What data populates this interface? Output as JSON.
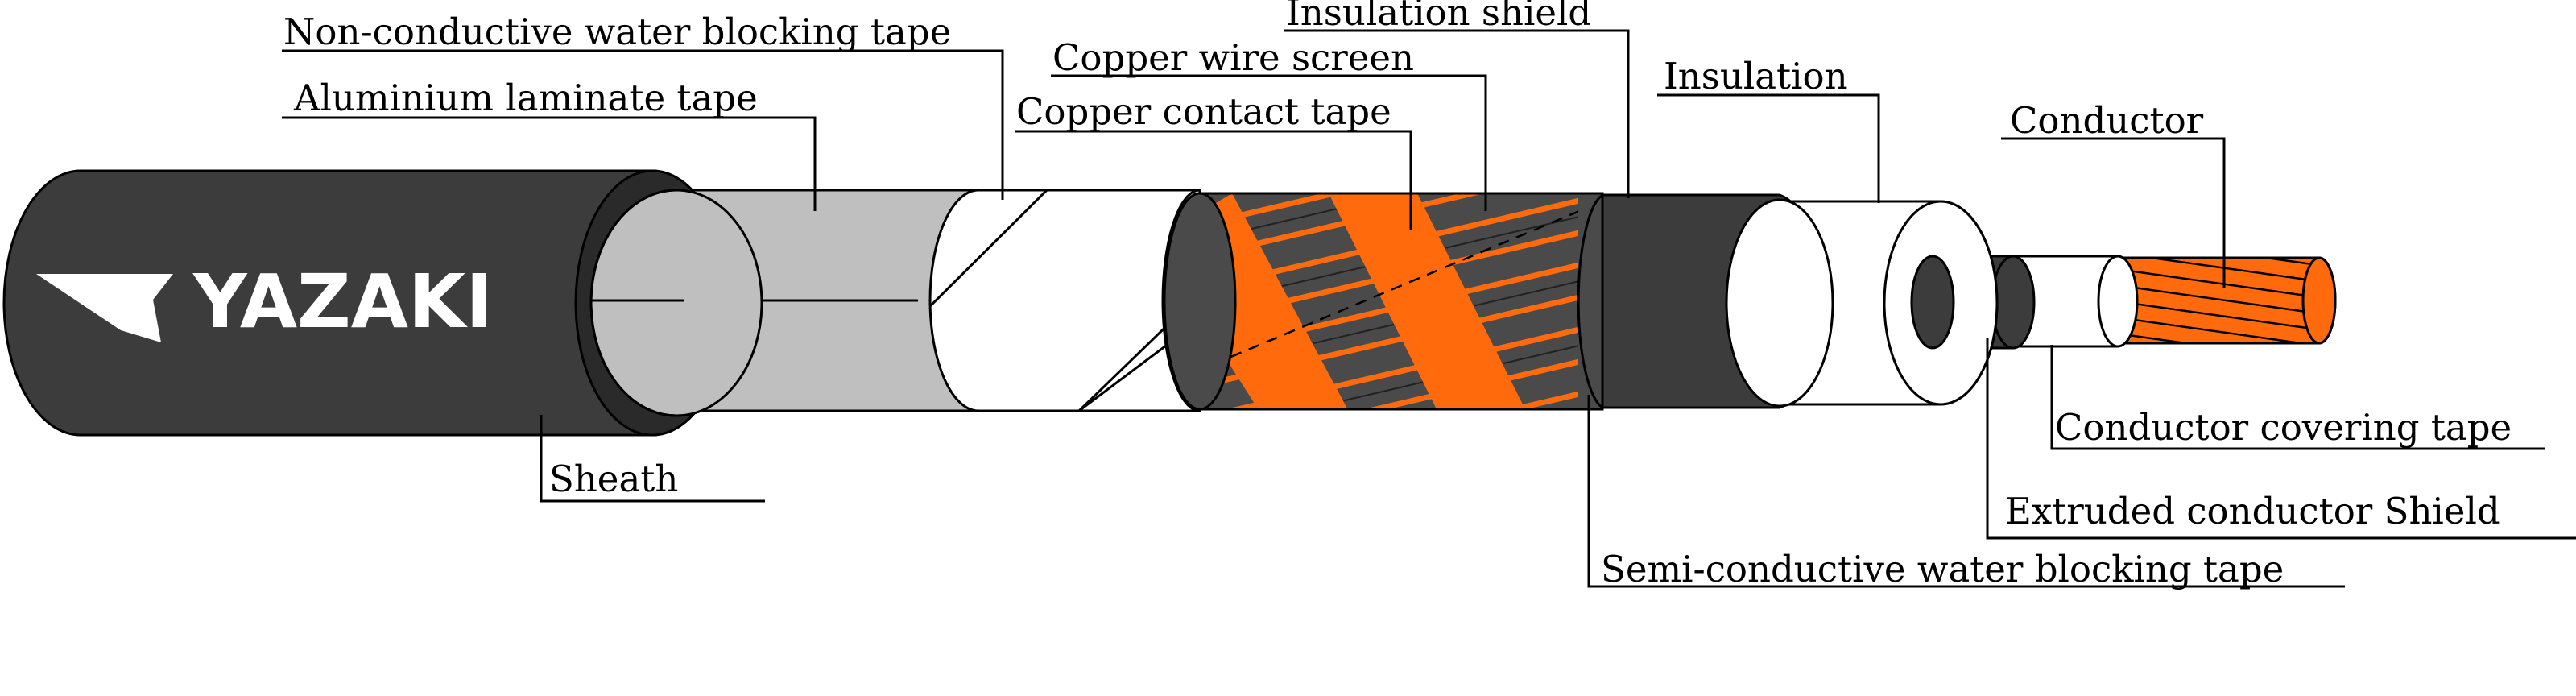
{
  "brand": {
    "text": "YAZAKI"
  },
  "labels": {
    "non_conductive_water_blocking_tape": "Non-conductive water blocking tape",
    "aluminium_laminate_tape": "Aluminium laminate tape",
    "copper_wire_screen": "Copper wire screen",
    "copper_contact_tape": "Copper contact tape",
    "insulation_shield": "Insulation shield",
    "insulation": "Insulation",
    "conductor": "Conductor",
    "sheath": "Sheath",
    "conductor_covering_tape": "Conductor covering tape",
    "extruded_conductor_shield": "Extruded conductor Shield",
    "semi_conductive_water_blocking_tape": "Semi-conductive water blocking tape"
  },
  "colors": {
    "sheath": "#3c3c3c",
    "aluminium": "#bfbfbf",
    "white_layer": "#ffffff",
    "copper": "#ff6a0c",
    "dark_layer": "#454545",
    "outline": "#000000"
  }
}
